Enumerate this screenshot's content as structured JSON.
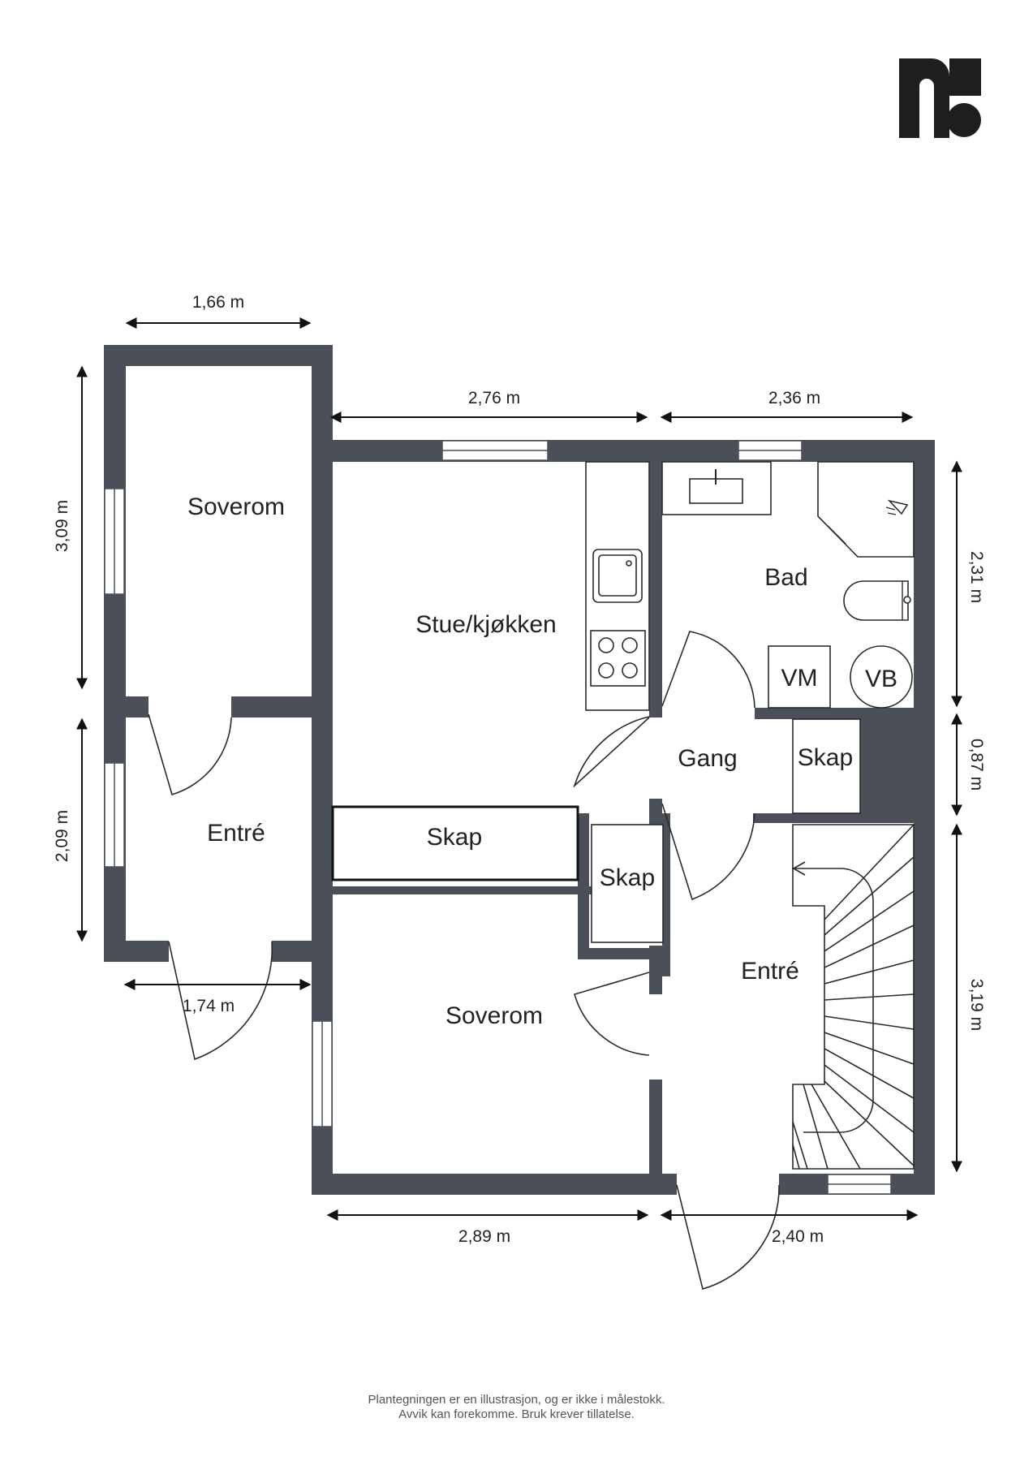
{
  "rooms": {
    "soverom_top": "Soverom",
    "entre_left": "Entré",
    "stue_kjokken": "Stue/kjøkken",
    "bad": "Bad",
    "vm": "VM",
    "vb": "VB",
    "gang": "Gang",
    "skap_gang": "Skap",
    "skap_middle": "Skap",
    "skap_small": "Skap",
    "soverom_bottom": "Soverom",
    "entre_right": "Entré"
  },
  "dimensions": {
    "top_left_width": "1,66 m",
    "top_mid_width": "2,76 m",
    "top_right_width": "2,36 m",
    "left_upper_height": "3,09 m",
    "left_lower_height": "2,09 m",
    "bottom_left_width": "1,74 m",
    "bottom_mid_width": "2,89 m",
    "bottom_right_width": "2,40 m",
    "right_upper_height": "2,31 m",
    "right_mid_height": "0,87 m",
    "right_lower_height": "3,19 m"
  },
  "disclaimer": {
    "line1": "Plantegningen er en illustrasjon, og er ikke i målestokk.",
    "line2": "Avvik kan forekomme. Bruk krever tillatelse."
  },
  "colors": {
    "wall": "#4b4f58",
    "text": "#222222",
    "logo": "#1e1e1e"
  },
  "icons": {
    "logo": "brand-logo-icon"
  }
}
